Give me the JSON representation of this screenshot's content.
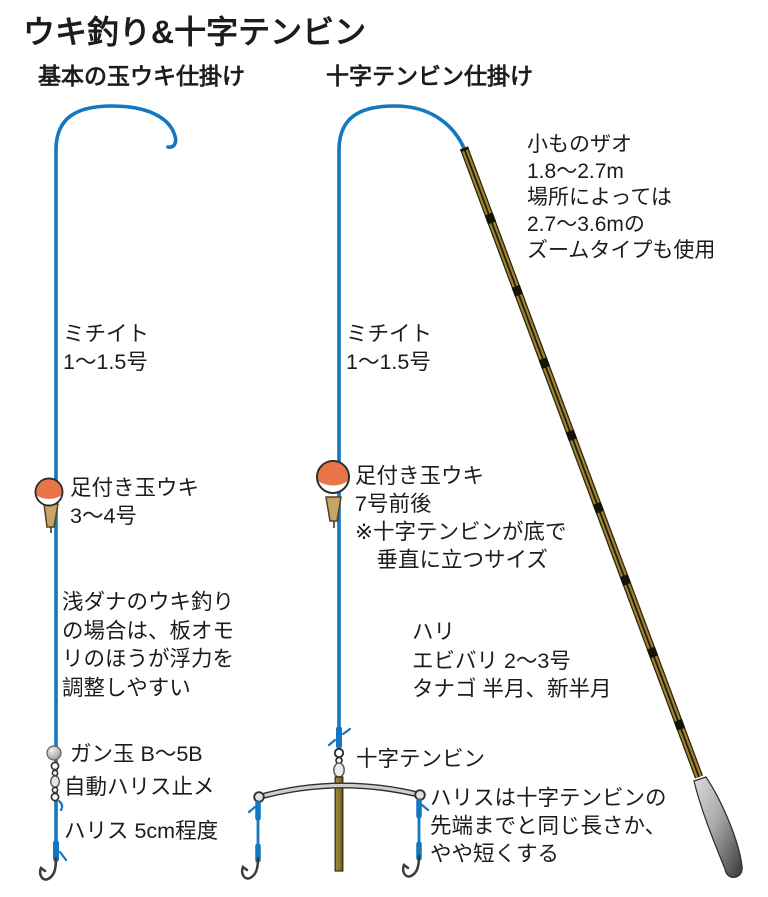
{
  "title": "ウキ釣り&十字テンビン",
  "headers": {
    "left": "基本の玉ウキ仕掛け",
    "right": "十字テンビン仕掛け"
  },
  "rod": {
    "note": "小ものザオ\n1.8〜2.7m\n場所によっては\n2.7〜3.6mの\nズームタイプも使用"
  },
  "left_rig": {
    "line_label": "ミチイト\n1〜1.5号",
    "float_label": "足付き玉ウキ\n3〜4号",
    "note": "浅ダナのウキ釣り\nの場合は、板オモ\nリのほうが浮力を\n調整しやすい",
    "sinker_label": "ガン玉 B〜5B",
    "stopper_label": "自動ハリス止メ",
    "leader_label": "ハリス 5cm程度"
  },
  "right_rig": {
    "line_label": "ミチイト\n1〜1.5号",
    "float_label": "足付き玉ウキ\n7号前後\n※十字テンビンが底で\n　垂直に立つサイズ",
    "hook_note": "ハリ\nエビバリ 2〜3号\nタナゴ 半月、新半月",
    "tenbin_label": "十字テンビン",
    "leader_note": "ハリスは十字テンビンの\n先端までと同じ長さか、\nやや短くする"
  },
  "colors": {
    "line_blue": "#1577be",
    "float_orange": "#e8744a",
    "rod_gold": "#9d8631",
    "text": "#1c1c1c"
  }
}
